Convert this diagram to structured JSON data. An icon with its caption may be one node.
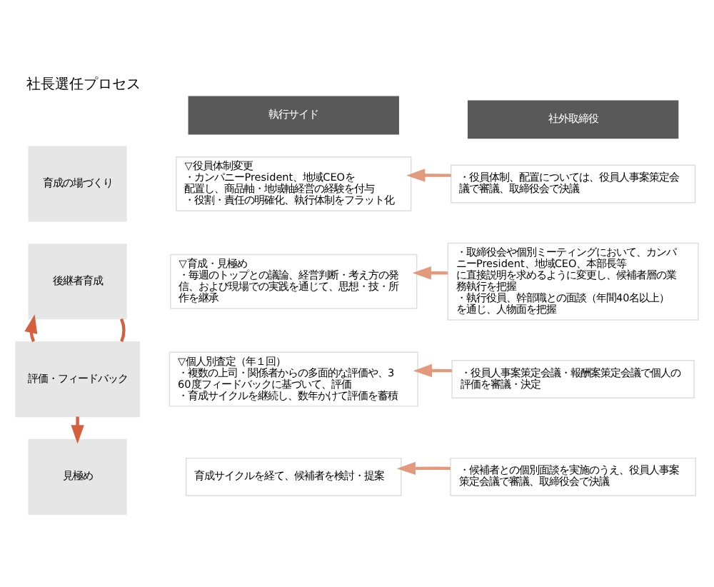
{
  "diagram": {
    "title": "社長選任プロセス",
    "nodes": [
      {
        "text": [
          "執行サイド"
        ]
      },
      {
        "text": [
          "社外取締役"
        ]
      },
      {
        "text": [
          "育成の場づくり"
        ]
      },
      {
        "text": [
          "▽役員体制変更",
          "・カンパニーPresident、地域CEOを配置し、商品軸・地域軸経営の経験を付与",
          "・役割・責任の明確化、執行体制をフラット化"
        ]
      },
      {
        "text": [
          "・役員体制、配置については、役員人事案策定会議で審議、取締役会で決議"
        ]
      },
      {
        "text": [
          "後継者育成"
        ]
      },
      {
        "text": [
          "▽育成・見極め",
          "・毎週のトップとの議論、経営判断・考え方の発信、および現場での実践を通じて、思想・技・所作を継承"
        ]
      },
      {
        "text": [
          "・取締役会や個別ミーティングにおいて、カンパニーPresident、地域CEO、本部長等に直接説明を求めるように変更し、候補者層の業務執行を把握",
          "・執行役員、幹部職との面談（年間40名以上）を通じ、人物面を把握"
        ]
      },
      {
        "text": [
          "評価・フィードバック"
        ]
      },
      {
        "text": [
          "▽個人別査定（年１回）",
          "・複数の上司・関係者からの多面的な評価や、360度フィードバックに基づいて、評価",
          "・育成サイクルを継続し、数年かけて評価を蓄積"
        ]
      },
      {
        "text": [
          "・役員人事案策定会議・報酬案策定会議で個人の評価を審議・決定"
        ]
      },
      {
        "text": [
          "見極め"
        ]
      },
      {
        "text": [
          "育成サイクルを経て、候補者を検討・提案"
        ]
      },
      {
        "text": [
          "・候補者との個別面談を実施のうえ、役員人事案策定会議で審議、取締役会で決議"
        ]
      }
    ],
    "edges": [
      {
        "from": 4,
        "to": 3,
        "arrow": "to"
      },
      {
        "from": 7,
        "to": 6,
        "arrow": "to"
      },
      {
        "from": 10,
        "to": 9,
        "arrow": "to"
      },
      {
        "from": 13,
        "to": 12,
        "arrow": "to"
      },
      {
        "from": 5,
        "to": 8,
        "arrow": "none",
        "color": "#d4603e"
      },
      {
        "from": 8,
        "to": 11,
        "arrow": "to",
        "color": "#d4603e"
      },
      {
        "from": 8,
        "to": 5,
        "arrow": "to",
        "color": "#d4603e"
      }
    ]
  }
}
